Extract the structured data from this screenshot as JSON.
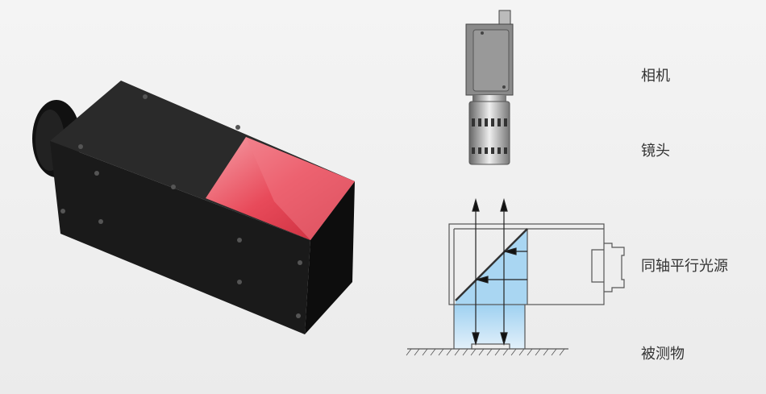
{
  "labels": {
    "camera": "相机",
    "lens": "镜头",
    "light_source": "同轴平行光源",
    "object": "被测物"
  },
  "colors": {
    "window_red": "#e84a5a",
    "prism_blue": "#a9d6f2",
    "housing_black": "#1a1a1a"
  }
}
